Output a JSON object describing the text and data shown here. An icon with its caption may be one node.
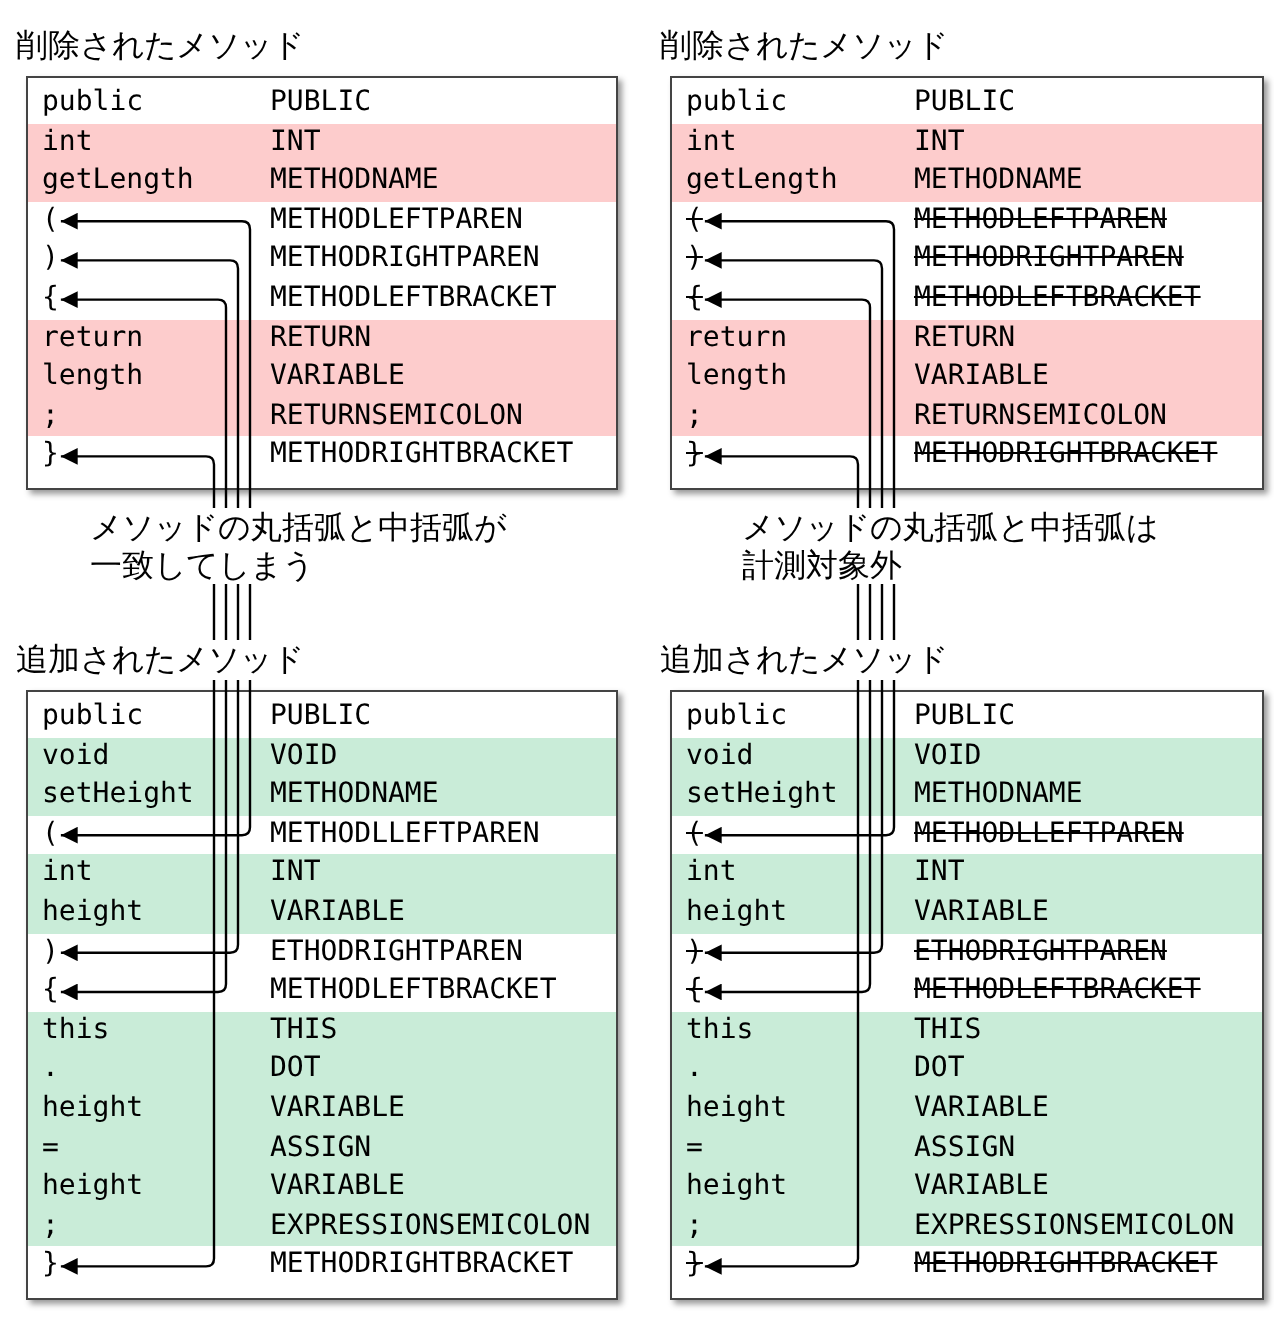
{
  "diagram": {
    "nodes": [
      {
        "text": [
          "削除されたメソッド"
        ]
      },
      {
        "text": [
          "public"
        ],
        "in": 0
      },
      {
        "text": [
          "int"
        ],
        "in": 0
      },
      {
        "text": [
          "getLength"
        ],
        "in": 0
      },
      {
        "text": [
          "("
        ],
        "in": 0
      },
      {
        "text": [
          ")"
        ],
        "in": 0
      },
      {
        "text": [
          "{"
        ],
        "in": 0
      },
      {
        "text": [
          "return"
        ],
        "in": 0
      },
      {
        "text": [
          "length"
        ],
        "in": 0
      },
      {
        "text": [
          ";"
        ],
        "in": 0
      },
      {
        "text": [
          "}"
        ],
        "in": 0
      },
      {
        "text": [
          "削除されたメソッド"
        ]
      },
      {
        "text": [
          "public"
        ],
        "in": 11
      },
      {
        "text": [
          "int"
        ],
        "in": 11
      },
      {
        "text": [
          "getLength"
        ],
        "in": 11
      },
      {
        "text": [
          "("
        ],
        "in": 11
      },
      {
        "text": [
          ")"
        ],
        "in": 11
      },
      {
        "text": [
          "{"
        ],
        "in": 11
      },
      {
        "text": [
          "return"
        ],
        "in": 11
      },
      {
        "text": [
          "length"
        ],
        "in": 11
      },
      {
        "text": [
          ";"
        ],
        "in": 11
      },
      {
        "text": [
          "}"
        ],
        "in": 11
      },
      {
        "text": [
          "メソッドの丸括弧と中括弧が一致してしまう"
        ]
      },
      {
        "text": [
          "メソッドの丸括弧と中括弧は計測対象外"
        ]
      },
      {
        "text": [
          "追加されたメソッド"
        ]
      },
      {
        "text": [
          "public"
        ],
        "in": 24
      },
      {
        "text": [
          "void"
        ],
        "in": 24
      },
      {
        "text": [
          "setHeight"
        ],
        "in": 24
      },
      {
        "text": [
          "("
        ],
        "in": 24
      },
      {
        "text": [
          "int"
        ],
        "in": 24
      },
      {
        "text": [
          "height"
        ],
        "in": 24
      },
      {
        "text": [
          ")"
        ],
        "in": 24
      },
      {
        "text": [
          "{"
        ],
        "in": 24
      },
      {
        "text": [
          "this"
        ],
        "in": 24
      },
      {
        "text": [
          "."
        ],
        "in": 24
      },
      {
        "text": [
          "height"
        ],
        "in": 24
      },
      {
        "text": [
          "="
        ],
        "in": 24
      },
      {
        "text": [
          "height"
        ],
        "in": 24
      },
      {
        "text": [
          ";"
        ],
        "in": 24
      },
      {
        "text": [
          "}"
        ],
        "in": 24
      },
      {
        "text": [
          "追加されたメソッド"
        ]
      },
      {
        "text": [
          "public"
        ],
        "in": 40
      },
      {
        "text": [
          "void"
        ],
        "in": 40
      },
      {
        "text": [
          "setHeight"
        ],
        "in": 40
      },
      {
        "text": [
          "("
        ],
        "in": 40
      },
      {
        "text": [
          "int"
        ],
        "in": 40
      },
      {
        "text": [
          "height"
        ],
        "in": 40
      },
      {
        "text": [
          ")"
        ],
        "in": 40
      },
      {
        "text": [
          "{"
        ],
        "in": 40
      },
      {
        "text": [
          "this"
        ],
        "in": 40
      },
      {
        "text": [
          "."
        ],
        "in": 40
      },
      {
        "text": [
          "height"
        ],
        "in": 40
      },
      {
        "text": [
          "="
        ],
        "in": 40
      },
      {
        "text": [
          "height"
        ],
        "in": 40
      },
      {
        "text": [
          ";"
        ],
        "in": 40
      },
      {
        "text": [
          "}"
        ],
        "in": 40
      }
    ],
    "edges": [
      {
        "from": 22,
        "to": 4,
        "arrow": "to"
      },
      {
        "from": 22,
        "to": 5,
        "arrow": "to"
      },
      {
        "from": 22,
        "to": 6,
        "arrow": "to"
      },
      {
        "from": 22,
        "to": 10,
        "arrow": "to"
      },
      {
        "from": 23,
        "to": 15,
        "arrow": "to"
      },
      {
        "from": 23,
        "to": 16,
        "arrow": "to"
      },
      {
        "from": 23,
        "to": 17,
        "arrow": "to"
      },
      {
        "from": 23,
        "to": 21,
        "arrow": "to"
      },
      {
        "from": 22,
        "to": 28,
        "arrow": "to"
      },
      {
        "from": 22,
        "to": 31,
        "arrow": "to"
      },
      {
        "from": 22,
        "to": 32,
        "arrow": "to"
      },
      {
        "from": 22,
        "to": 39,
        "arrow": "to"
      },
      {
        "from": 23,
        "to": 44,
        "arrow": "to"
      },
      {
        "from": 23,
        "to": 47,
        "arrow": "to"
      },
      {
        "from": 23,
        "to": 48,
        "arrow": "to"
      },
      {
        "from": 23,
        "to": 55,
        "arrow": "to"
      }
    ],
    "labels": [
      "PUBLIC",
      "INT",
      "METHODNAME",
      "METHODLEFTPAREN",
      "METHODRIGHTPAREN",
      "METHODLEFTBRACKET",
      "RETURN",
      "VARIABLE",
      "RETURNSEMICOLON",
      "METHODRIGHTBRACKET",
      "PUBLIC",
      "INT",
      "METHODNAME",
      "METHODLEFTPAREN",
      "METHODRIGHTPAREN",
      "METHODLEFTBRACKET",
      "RETURN",
      "VARIABLE",
      "RETURNSEMICOLON",
      "METHODRIGHTBRACKET",
      "PUBLIC",
      "VOID",
      "METHODNAME",
      "METHODLLEFTPAREN",
      "INT",
      "VARIABLE",
      "ETHODRIGHTPAREN",
      "METHODLEFTBRACKET",
      "THIS",
      "DOT",
      "VARIABLE",
      "ASSIGN",
      "VARIABLE",
      "EXPRESSIONSEMICOLON",
      "METHODRIGHTBRACKET",
      "PUBLIC",
      "VOID",
      "METHODNAME",
      "METHODLLEFTPAREN",
      "INT",
      "VARIABLE",
      "ETHODRIGHTPAREN",
      "METHODLEFTBRACKET",
      "THIS",
      "DOT",
      "VARIABLE",
      "ASSIGN",
      "VARIABLE",
      "EXPRESSIONSEMICOLON",
      "METHODRIGHTBRACKET"
    ]
  }
}
